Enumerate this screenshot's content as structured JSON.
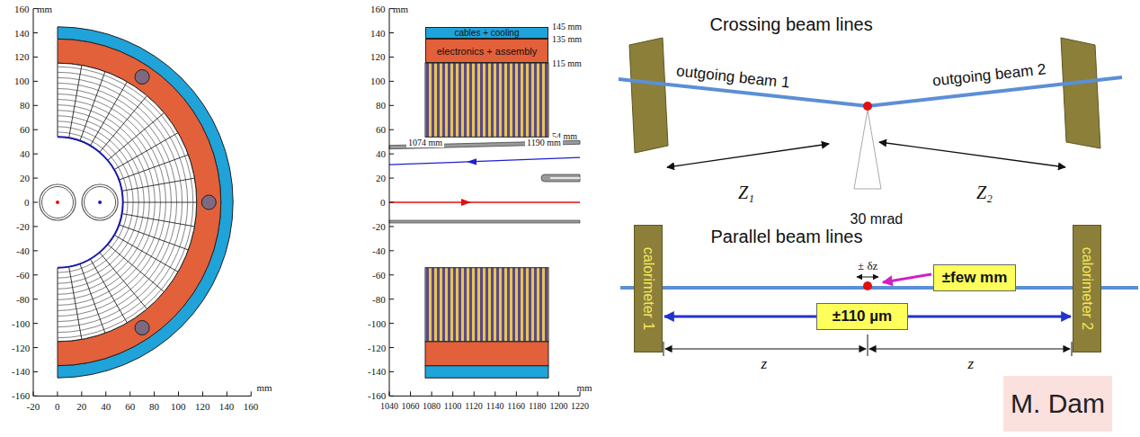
{
  "diagram": {
    "nodes": [
      {
        "text": [
          "cables + cooling"
        ]
      },
      {
        "text": [
          "electronics + assembly"
        ]
      },
      {
        "text": [
          "calorimeter 1"
        ]
      },
      {
        "text": [
          "calorimeter 2"
        ]
      },
      {
        "text": [
          "±few mm"
        ]
      },
      {
        "text": [
          "±110 µm"
        ]
      },
      {
        "text": [
          "M. Dam"
        ]
      }
    ],
    "edges": [
      {
        "from": 2,
        "to": 3,
        "arrow": "both"
      }
    ],
    "labels": [
      "mm",
      "160",
      "140",
      "120",
      "100",
      "80",
      "60",
      "40",
      "20",
      "0",
      "-20",
      "-40",
      "-60",
      "-80",
      "-100",
      "-120",
      "-140",
      "-160",
      "mm",
      "-20",
      "0",
      "20",
      "40",
      "60",
      "80",
      "100",
      "120",
      "140",
      "160",
      "mm",
      "160",
      "140",
      "120",
      "100",
      "80",
      "60",
      "40",
      "20",
      "0",
      "-20",
      "-40",
      "-60",
      "-80",
      "-100",
      "-120",
      "-140",
      "-160",
      "mm",
      "1040",
      "1060",
      "1080",
      "1100",
      "1120",
      "1140",
      "1160",
      "1180",
      "1200",
      "1220",
      "145 mm",
      "135 mm",
      "115 mm",
      "54 mm",
      "1074 mm",
      "1190 mm",
      "Crossing beam lines",
      "outgoing beam 1",
      "outgoing beam 2",
      "Z₁",
      "Z₂",
      "30 mrad",
      "Parallel beam lines",
      "± δz",
      "z",
      "z"
    ]
  }
}
